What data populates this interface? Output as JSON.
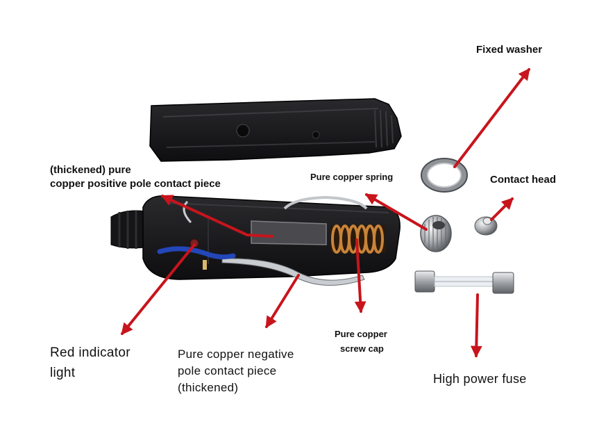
{
  "labels": {
    "fixed_washer": "Fixed washer",
    "contact_head": "Contact head",
    "positive_pole_line1": "(thickened) pure",
    "positive_pole_line2": "copper positive pole contact piece",
    "copper_spring": "Pure copper spring",
    "red_light_line1": "Red indicator",
    "red_light_line2": "light",
    "negative_pole_line1": "Pure copper negative",
    "negative_pole_line2": "pole contact piece",
    "negative_pole_line3": "(thickened)",
    "screw_cap_line1": "Pure copper",
    "screw_cap_line2": "screw cap",
    "fuse": "High power fuse"
  },
  "colors": {
    "arrow": "#c8141c",
    "plastic": "#1b1b1d",
    "copper": "#b8772f",
    "metal": "#b9bcc0",
    "background": "#ffffff"
  }
}
